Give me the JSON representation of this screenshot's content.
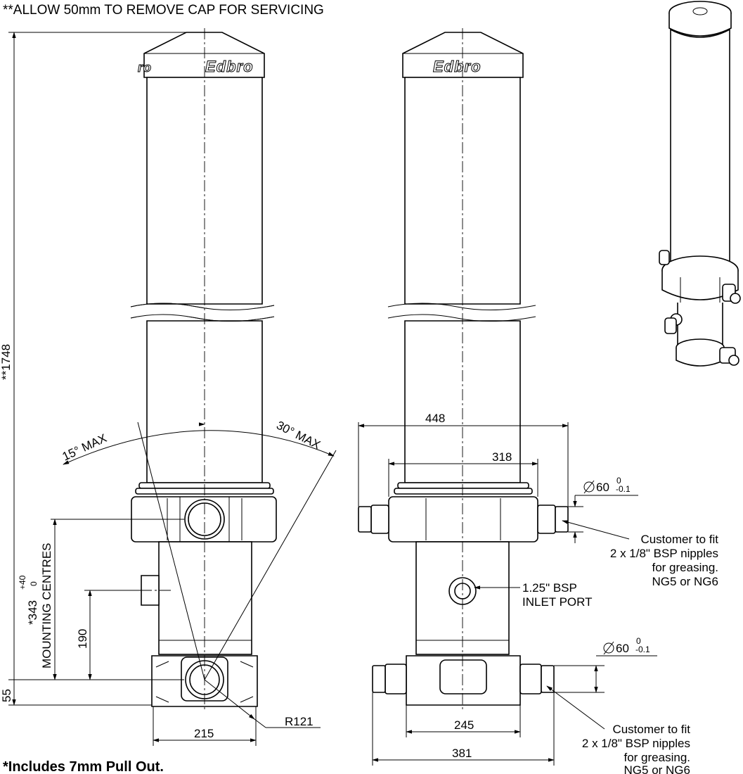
{
  "notes": {
    "top": "**ALLOW 50mm TO REMOVE CAP FOR SERVICING",
    "bottom": "*Includes 7mm Pull Out."
  },
  "brand": "Edbro",
  "dimensions": {
    "overall_length": "**1748",
    "mounting_centres_value": "*343",
    "mounting_centres_tol_upper": "+40",
    "mounting_centres_tol_lower": "0",
    "mounting_centres_label": "MOUNTING CENTRES",
    "port_height": "190",
    "base_height": "55",
    "base_width_front": "215",
    "swing_radius": "R121",
    "angle_left": "15° MAX",
    "angle_right": "30° MAX",
    "trunnion_span": "448",
    "trunnion_inner": "318",
    "base_pin_inner": "245",
    "base_pin_span": "381",
    "pin_dia_top": "60",
    "pin_dia_top_tol_upper": "0",
    "pin_dia_top_tol_lower": "-0.1",
    "pin_dia_bottom": "60",
    "pin_dia_bottom_tol_upper": "0",
    "pin_dia_bottom_tol_lower": "-0.1"
  },
  "callouts": {
    "grease_top": [
      "Customer to fit",
      "2 x 1/8\" BSP nipples",
      "for greasing.",
      "NG5 or NG6"
    ],
    "inlet_port": [
      "1.25\" BSP",
      "INLET PORT"
    ],
    "grease_bottom": [
      "Customer to fit",
      "2 x 1/8\" BSP nipples",
      "for greasing.",
      "NG5 or NG6"
    ]
  },
  "icons": [
    "diameter-symbol-icon"
  ]
}
